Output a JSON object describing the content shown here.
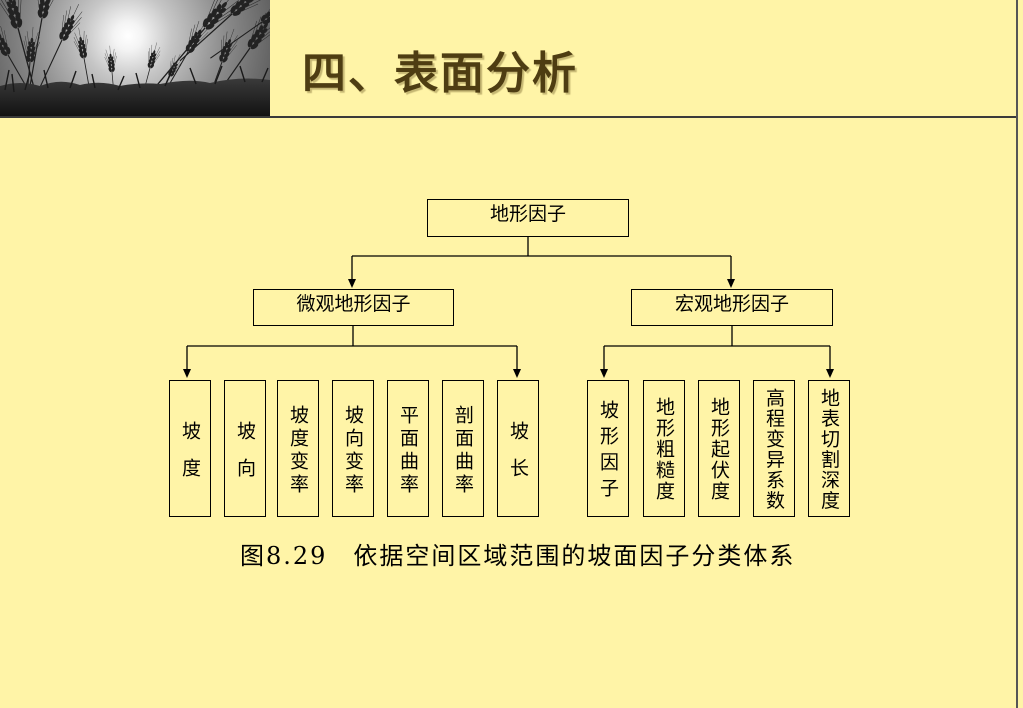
{
  "slide": {
    "title": "四、表面分析",
    "header_image": "wheat-field-photo"
  },
  "diagram": {
    "root": "地形因子",
    "branches": [
      {
        "label": "微观地形因子",
        "children": [
          "坡度",
          "坡向",
          "坡度变率",
          "坡向变率",
          "平面曲率",
          "剖面曲率",
          "坡长"
        ]
      },
      {
        "label": "宏观地形因子",
        "children": [
          "坡形因子",
          "地形粗糙度",
          "地形起伏度",
          "高程变异系数",
          "地表切割深度"
        ]
      }
    ]
  },
  "caption": "图8.29　依据空间区域范围的坡面因子分类体系",
  "colors": {
    "background": "#FFF4A7",
    "title": "#4E3D12",
    "lines": "#000000"
  }
}
